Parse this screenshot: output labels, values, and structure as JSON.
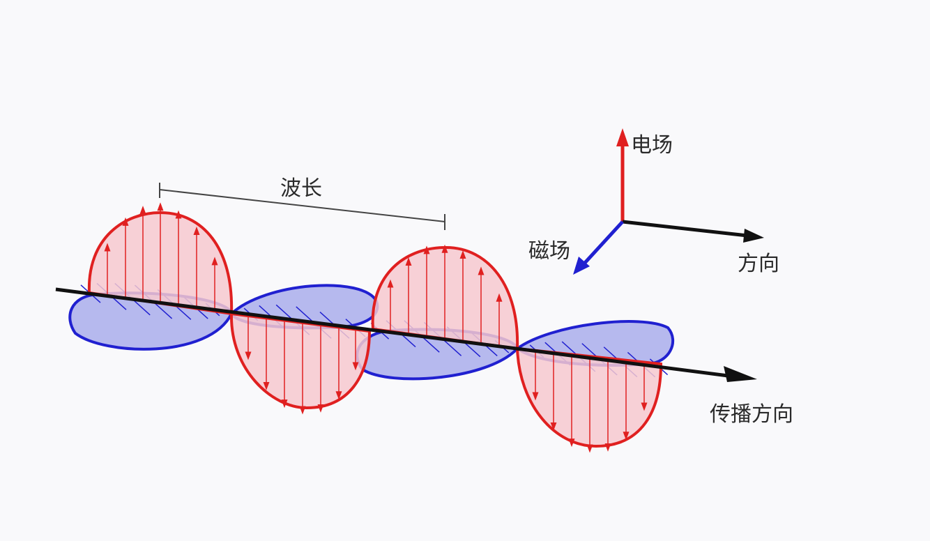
{
  "labels": {
    "wavelength": "波长",
    "electric_field": "电场",
    "magnetic_field": "磁场",
    "direction": "方向",
    "propagation_direction": "传播方向"
  },
  "colors": {
    "electric_stroke": "#e02020",
    "electric_fill": "#f7c9cf",
    "magnetic_stroke": "#2020d0",
    "magnetic_fill": "#b6b9ee",
    "axis": "#111111",
    "background": "#f9f9fb"
  }
}
